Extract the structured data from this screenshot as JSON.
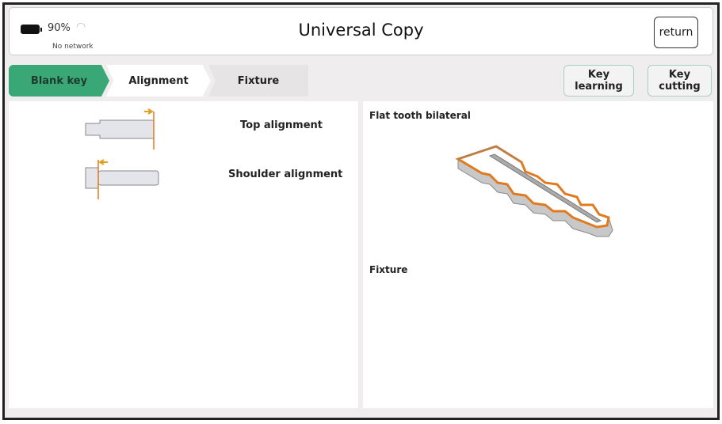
{
  "status": {
    "battery": "90%",
    "network": "No network"
  },
  "header": {
    "title": "Universal Copy",
    "return_label": "return"
  },
  "steps": [
    {
      "label": "Blank key"
    },
    {
      "label": "Alignment"
    },
    {
      "label": "Fixture"
    }
  ],
  "actions": {
    "key_learning": "Key learning",
    "key_cutting": "Key cutting"
  },
  "alignment": {
    "options": [
      {
        "label": "Top alignment"
      },
      {
        "label": "Shoulder alignment"
      }
    ]
  },
  "detail": {
    "key_type": "Flat tooth bilateral",
    "fixture_label": "Fixture"
  },
  "colors": {
    "accent": "#3aa876",
    "marker": "#e07a1f"
  }
}
